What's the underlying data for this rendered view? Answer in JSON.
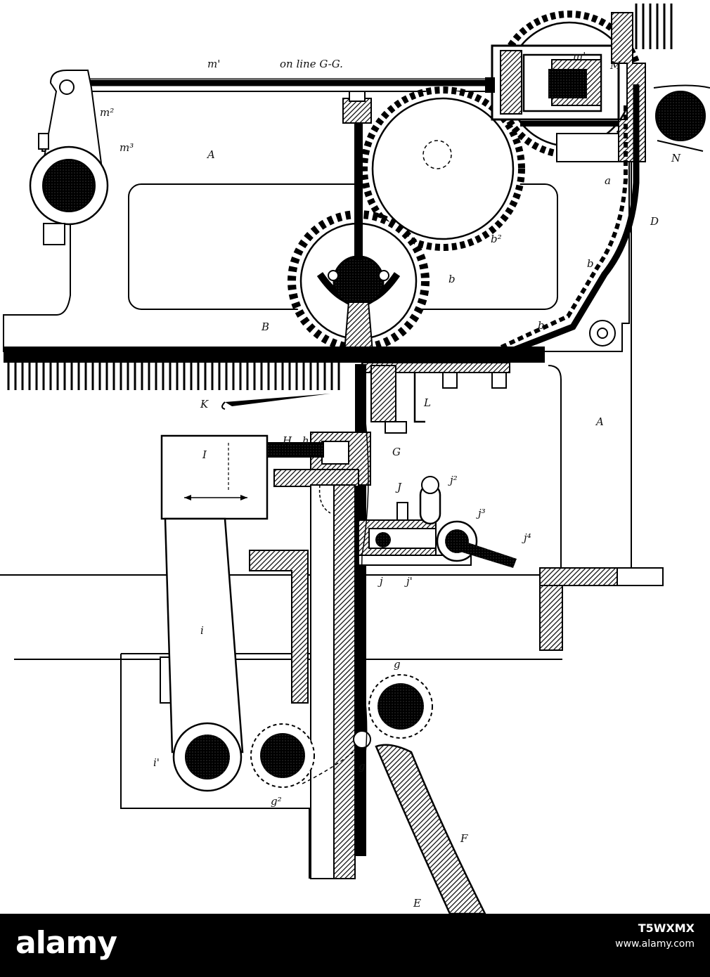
{
  "title_note": "on line G-G.",
  "labels": {
    "m_prime": "m'",
    "m2": "m²",
    "m3": "m³",
    "m1_upper": "m'",
    "M": "M",
    "N": "N",
    "a": "a",
    "D": "D",
    "b2": "b²",
    "b_upper": "b",
    "b_gear": "b",
    "b_lower": "b",
    "A_upper": "A",
    "A_lower": "A",
    "B": "B",
    "K": "K",
    "L": "L",
    "H": "H",
    "h": "h",
    "G": "G",
    "I": "I",
    "J": "J",
    "j2": "j²",
    "j3": "j³",
    "j4": "j⁴",
    "j": "j",
    "j_prime": "j'",
    "i": "i",
    "i_prime": "i'",
    "g_upper": "g",
    "g_lower": "g",
    "g2": "g²",
    "F": "F",
    "E": "E"
  },
  "footer": {
    "brand": "alamy",
    "image_id": "T5WXMX",
    "site": "www.alamy.com"
  },
  "colors": {
    "ink": "#000000",
    "paper": "#ffffff",
    "footer_bg": "#000000",
    "footer_text": "#ffffff"
  }
}
